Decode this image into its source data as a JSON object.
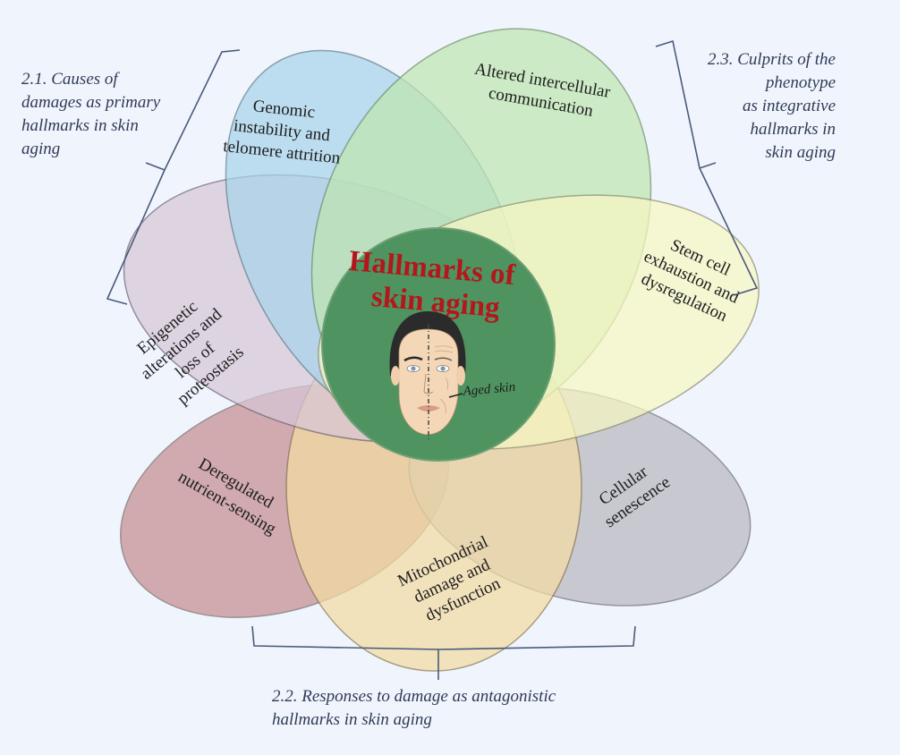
{
  "center": {
    "title_line1": "Hallmarks of",
    "title_line2": "skin aging",
    "face_annotation": "Aged skin",
    "color": "#4f9460",
    "title_color": "#b3171b"
  },
  "groups": {
    "primary": {
      "line1": "2.1. Causes of",
      "line2": "damages as primary",
      "line3": "hallmarks in skin",
      "line4": "aging"
    },
    "antagonistic": {
      "line1": "2.2. Responses to damage as antagonistic",
      "line2": "hallmarks in skin aging"
    },
    "integrative": {
      "line1": "2.3. Culprits of the",
      "line2": "phenotype",
      "line3": "as integrative",
      "line4": "hallmarks in",
      "line5": "skin aging"
    }
  },
  "hallmarks": [
    {
      "id": "genomic",
      "lines": [
        "Genomic",
        "instability and",
        "telomere attrition"
      ],
      "color": "#a9d3ea"
    },
    {
      "id": "intercellular",
      "lines": [
        "Altered intercellular",
        "communication"
      ],
      "color": "#bfe6b0"
    },
    {
      "id": "stem-cell",
      "lines": [
        "Stem cell",
        "exhaustion and",
        "dysregulation"
      ],
      "color": "#f7f7c2"
    },
    {
      "id": "senescence",
      "lines": [
        "Cellular",
        "senescence"
      ],
      "color": "#b9b9bf"
    },
    {
      "id": "mitochondrial",
      "lines": [
        "Mitochondrial",
        "damage and",
        "dysfunction"
      ],
      "color": "#f3dca3"
    },
    {
      "id": "nutrient",
      "lines": [
        "Deregulated",
        "nutrient-sensing"
      ],
      "color": "#c48e92"
    },
    {
      "id": "epigenetic",
      "lines": [
        "Epigenetic",
        "alterations and",
        "loss of",
        "proteostasis"
      ],
      "color": "#d8c7d6"
    }
  ]
}
